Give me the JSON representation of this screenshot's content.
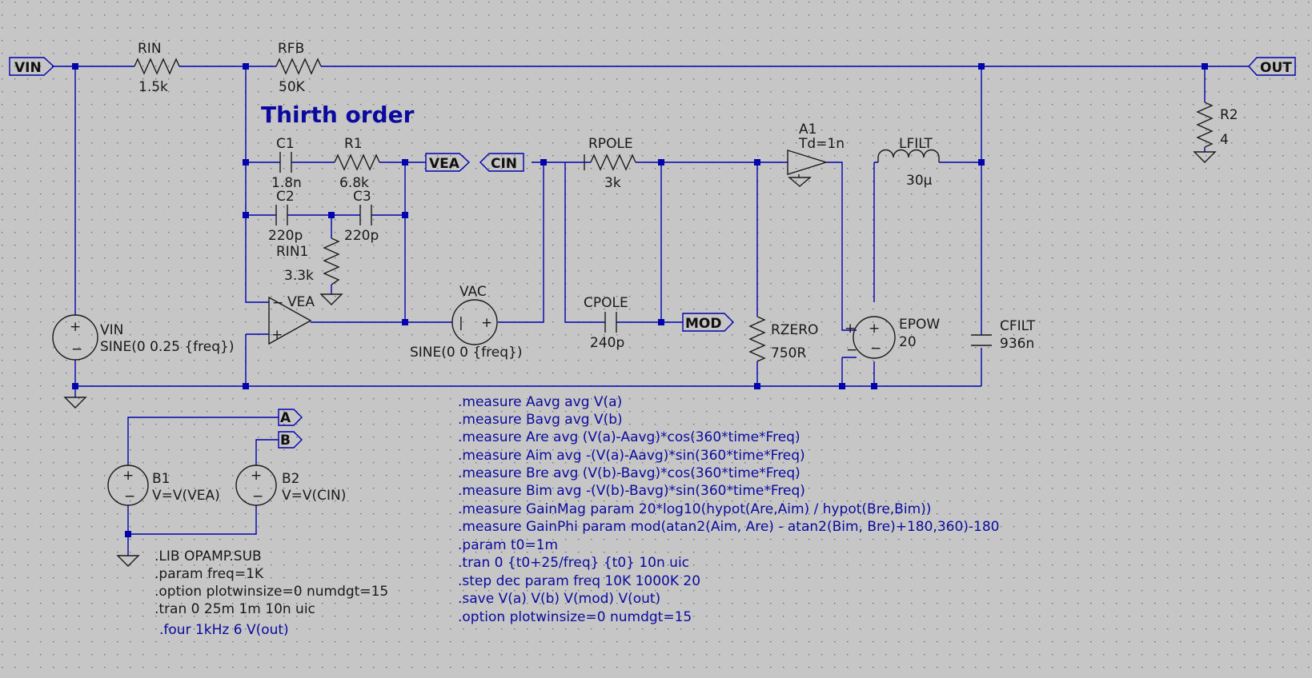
{
  "title": "Thirth order",
  "ports": {
    "vin": "VIN",
    "out": "OUT",
    "vea": "VEA",
    "cin": "CIN",
    "mod": "MOD",
    "a": "A",
    "b": "B"
  },
  "components": {
    "rin": {
      "name": "RIN",
      "value": "1.5k"
    },
    "rfb": {
      "name": "RFB",
      "value": "50K"
    },
    "r2": {
      "name": "R2",
      "value": "4"
    },
    "c1": {
      "name": "C1",
      "value": "1.8n"
    },
    "r1": {
      "name": "R1",
      "value": "6.8k"
    },
    "c2": {
      "name": "C2",
      "value": "220p"
    },
    "c3": {
      "name": "C3",
      "value": "220p"
    },
    "rin1": {
      "name": "RIN1",
      "value": "3.3k"
    },
    "opamp": {
      "name": "VEA"
    },
    "vin": {
      "name": "VIN",
      "value": "SINE(0 0.25 {freq})"
    },
    "vac": {
      "name": "VAC",
      "value": "SINE(0 0 {freq})"
    },
    "rpole": {
      "name": "RPOLE",
      "value": "3k"
    },
    "cpole": {
      "name": "CPOLE",
      "value": "240p"
    },
    "rzero": {
      "name": "RZERO",
      "value": "750R"
    },
    "a1": {
      "name": "A1",
      "value": "Td=1n"
    },
    "lfilt": {
      "name": "LFILT",
      "value": "30µ"
    },
    "epow": {
      "name": "EPOW",
      "value": "20"
    },
    "cfilt": {
      "name": "CFILT",
      "value": "936n"
    },
    "b1": {
      "name": "B1",
      "value": "V=V(VEA)"
    },
    "b2": {
      "name": "B2",
      "value": "V=V(CIN)"
    }
  },
  "directives_left": [
    ".LIB OPAMP.SUB",
    ".param freq=1K",
    ".option plotwinsize=0 numdgt=15",
    ".tran 0 25m 1m 10n uic"
  ],
  "four_directive": ".four 1kHz 6  V(out)",
  "directives_right": [
    ".measure Aavg avg V(a)",
    ".measure Bavg avg V(b)",
    ".measure Are avg (V(a)-Aavg)*cos(360*time*Freq)",
    ".measure Aim avg -(V(a)-Aavg)*sin(360*time*Freq)",
    ".measure Bre avg (V(b)-Bavg)*cos(360*time*Freq)",
    ".measure Bim avg -(V(b)-Bavg)*sin(360*time*Freq)",
    ".measure GainMag param 20*log10(hypot(Are,Aim) / hypot(Bre,Bim))",
    ".measure GainPhi param mod(atan2(Aim, Are) - atan2(Bim, Bre)+180,360)-180",
    ".param t0=1m",
    ".tran 0 {t0+25/freq} {t0} 10n uic",
    ".step dec param freq 10K 1000K 20",
    ".save V(a) V(b) V(mod) V(out)",
    ".option plotwinsize=0 numdgt=15"
  ]
}
